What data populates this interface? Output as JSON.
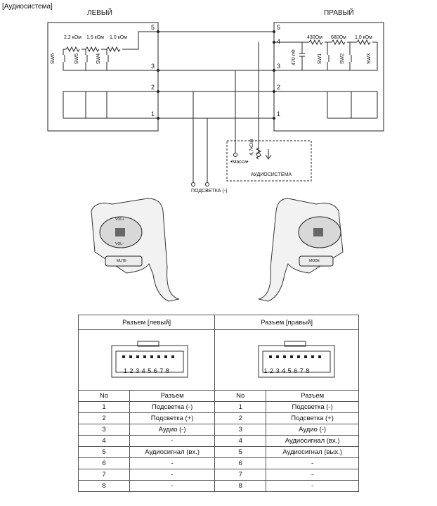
{
  "title": "[Аудиосистема]",
  "left_label": "ЛЕВЫЙ",
  "right_label": "ПРАВЫЙ",
  "left_pins": [
    "5",
    "3",
    "2",
    "1"
  ],
  "right_pins": [
    "5",
    "4",
    "3",
    "2",
    "1"
  ],
  "left_resistors": [
    "2,2 кОм",
    "1,5 кОм",
    "1,0 кОм"
  ],
  "right_resistors": [
    "430Ом",
    "680Ом",
    "1,0 кОм"
  ],
  "left_switches": [
    "SW6",
    "SW5",
    "SW4"
  ],
  "right_switches": [
    "SW1",
    "SW2",
    "SW3"
  ],
  "capacitor": "470 пФ",
  "audio_resistor": "4,7кОм",
  "ground_label": "•Масса•",
  "audio_system_label": "АУДИОСИСТЕМА",
  "backlight_label": "ПОДСВЕТКА (-)",
  "left_buttons": {
    "vol_up": "VOL+",
    "vol_down": "VOL−",
    "mute": "MUTE"
  },
  "right_buttons": {
    "mode": "MODE"
  },
  "table": {
    "left_header": "Разъем [левый]",
    "right_header": "Разъем [правый]",
    "connector_pins": [
      "1",
      "2",
      "3",
      "4",
      "5",
      "6",
      "7",
      "8"
    ],
    "col_no": "No",
    "col_conn": "Разъем",
    "rows": [
      {
        "no": "1",
        "left": "Подсветка (-)",
        "right": "Подсветка (-)"
      },
      {
        "no": "2",
        "left": "Подсветка (+)",
        "right": "Подсветка (+)"
      },
      {
        "no": "3",
        "left": "Аудио (-)",
        "right": "Аудио (-)"
      },
      {
        "no": "4",
        "left": "-",
        "right": "Аудиосигнал (вх.)"
      },
      {
        "no": "5",
        "left": "Аудиосигнал (вх.)",
        "right": "Аудиосигнал (вых.)"
      },
      {
        "no": "6",
        "left": "-",
        "right": "-"
      },
      {
        "no": "7",
        "left": "-",
        "right": "-"
      },
      {
        "no": "8",
        "left": "-",
        "right": "-"
      }
    ]
  }
}
